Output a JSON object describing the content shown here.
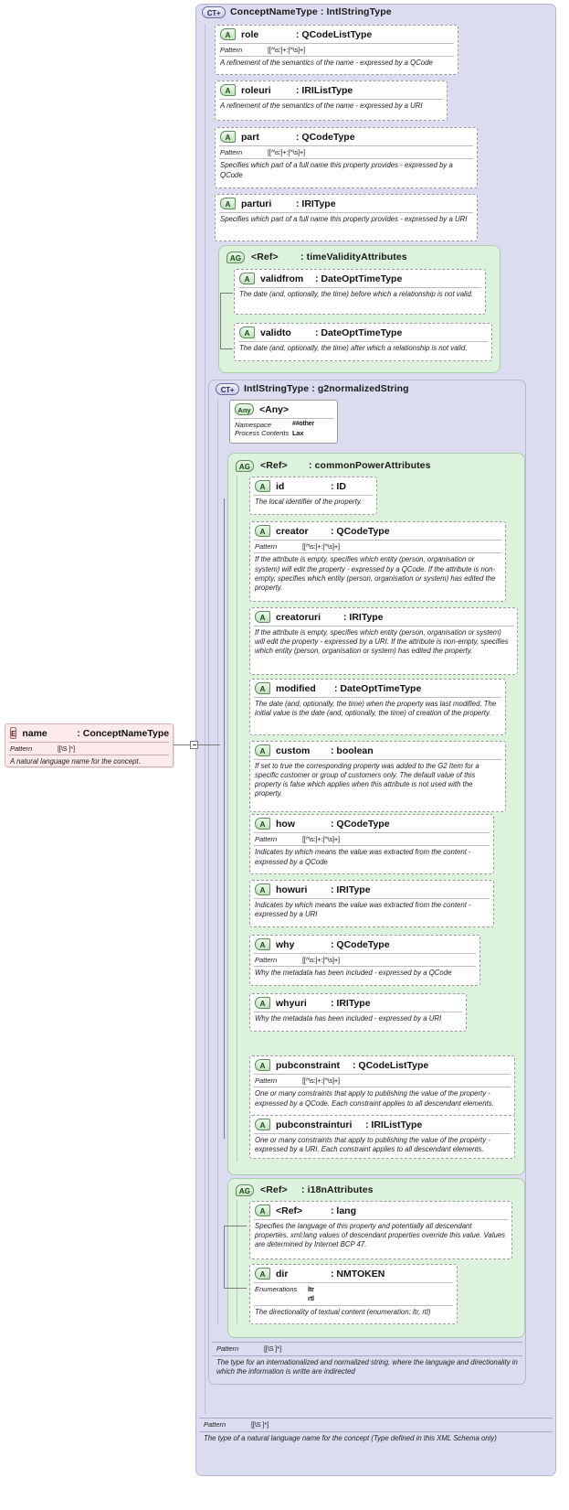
{
  "root_element": {
    "badge": "E",
    "name": "name",
    "type": ": ConceptNameType",
    "pattern_label": "Pattern",
    "pattern_value": "[[\\S ]*]",
    "description": "A natural language name for the concept."
  },
  "complex_types": [
    {
      "badge": "CT+",
      "title": "ConceptNameType : IntlStringType",
      "footer_pattern_label": "Pattern",
      "footer_pattern_value": "[[\\S ]*]",
      "footer_description": "The type of a natural language name for the concept (Type defined in this XML Schema only)"
    },
    {
      "badge": "CT+",
      "title": "IntlStringType : g2normalizedString",
      "footer_pattern_label": "Pattern",
      "footer_pattern_value": "[[\\S ]*]",
      "footer_description": "The type for an internationalized and normalized string, where the language and directionality in which the information is writte are indirected"
    }
  ],
  "attribute_groups": [
    {
      "badge": "AG",
      "ref": "<Ref>",
      "name": ": timeValidityAttributes"
    },
    {
      "badge": "AG",
      "ref": "<Ref>",
      "name": ": commonPowerAttributes"
    },
    {
      "badge": "AG",
      "ref": "<Ref>",
      "name": ": i18nAttributes"
    }
  ],
  "any_node": {
    "badge": "Any",
    "title": "<Any>",
    "namespace_label": "Namespace",
    "namespace_value": "##other",
    "process_label": "Process Contents",
    "process_value": "Lax"
  },
  "pattern_label": "Pattern",
  "pattern_qcode": "[[^\\s:]+:[^\\s]+]",
  "attributes": [
    {
      "badge": "A",
      "name": "role",
      "type": ": QCodeListType",
      "pattern": "[[^\\s:]+:[^\\s]+]",
      "desc": "A refinement of the semantics of the name - expressed by a QCode"
    },
    {
      "badge": "A",
      "name": "roleuri",
      "type": ": IRIListType",
      "pattern": null,
      "desc": "A refinement of the semantics of the name - expressed by a URI"
    },
    {
      "badge": "A",
      "name": "part",
      "type": ": QCodeType",
      "pattern": "[[^\\s:]+:[^\\s]+]",
      "desc": "Specifies which part of a full name this property provides - expressed by a QCode"
    },
    {
      "badge": "A",
      "name": "parturi",
      "type": ": IRIType",
      "pattern": null,
      "desc": "Specifies which part of a full name this property provides - expressed by a URI"
    },
    {
      "badge": "A",
      "name": "validfrom",
      "type": ": DateOptTimeType",
      "pattern": null,
      "desc": "The date (and, optionally, the time) before which a relationship is not valid."
    },
    {
      "badge": "A",
      "name": "validto",
      "type": ": DateOptTimeType",
      "pattern": null,
      "desc": "The date (and, optionally, the time) after which a relationship is not valid."
    },
    {
      "badge": "A",
      "name": "id",
      "type": ": ID",
      "pattern": null,
      "desc": "The local identifier of the property."
    },
    {
      "badge": "A",
      "name": "creator",
      "type": ": QCodeType",
      "pattern": "[[^\\s:]+:[^\\s]+]",
      "desc": "If the attribute is empty, specifies which entity (person, organisation or system) will edit the property - expressed by a QCode. If the attribute is non-empty, specifies which entity (person, organisation or system) has edited the property."
    },
    {
      "badge": "A",
      "name": "creatoruri",
      "type": ": IRIType",
      "pattern": null,
      "desc": "If the attribute is empty, specifies which entity (person, organisation or system) will edit the property - expressed by a URI. If the attribute is non-empty, specifies which entity (person, organisation or system) has edited the property."
    },
    {
      "badge": "A",
      "name": "modified",
      "type": ": DateOptTimeType",
      "pattern": null,
      "desc": "The date (and, optionally, the time) when the property was last modified. The initial value is the date (and, optionally, the time) of creation of the property."
    },
    {
      "badge": "A",
      "name": "custom",
      "type": ": boolean",
      "pattern": null,
      "desc": "If set to true the corresponding property was added to the G2 Item for a specific customer or group of customers only. The default value of this property is false which applies when this attribute is not used with the property."
    },
    {
      "badge": "A",
      "name": "how",
      "type": ": QCodeType",
      "pattern": "[[^\\s:]+:[^\\s]+]",
      "desc": "Indicates by which means the value was extracted from the content - expressed by a QCode"
    },
    {
      "badge": "A",
      "name": "howuri",
      "type": ": IRIType",
      "pattern": null,
      "desc": "Indicates by which means the value was extracted from the content - expressed by a URI"
    },
    {
      "badge": "A",
      "name": "why",
      "type": ": QCodeType",
      "pattern": "[[^\\s:]+:[^\\s]+]",
      "desc": "Why the metadata has been included - expressed by a QCode"
    },
    {
      "badge": "A",
      "name": "whyuri",
      "type": ": IRIType",
      "pattern": null,
      "desc": "Why the metadata has been included - expressed by a URI"
    },
    {
      "badge": "A",
      "name": "pubconstraint",
      "type": ": QCodeListType",
      "pattern": "[[^\\s:]+:[^\\s]+]",
      "desc": "One or many constraints that apply to publishing the value of the property - expressed by a QCode. Each constraint applies to all descendant elements."
    },
    {
      "badge": "A",
      "name": "pubconstrainturi",
      "type": ": IRIListType",
      "pattern": null,
      "desc": "One or many constraints that apply to publishing the value of the property - expressed by a URI. Each constraint applies to all descendant elements."
    },
    {
      "badge": "A",
      "name": "<Ref>",
      "type": ": lang",
      "pattern": null,
      "desc": "Specifies the language of this property and potentially all descendant properties. xml:lang values of descendant properties override this value. Values are determined by Internet BCP 47."
    },
    {
      "badge": "A",
      "name": "dir",
      "type": ": NMTOKEN",
      "pattern": null,
      "enum_label": "Enumerations",
      "enum_values": "ltr\nrtl",
      "desc": "The directionality of textual content (enumeration: ltr, rtl)"
    }
  ]
}
